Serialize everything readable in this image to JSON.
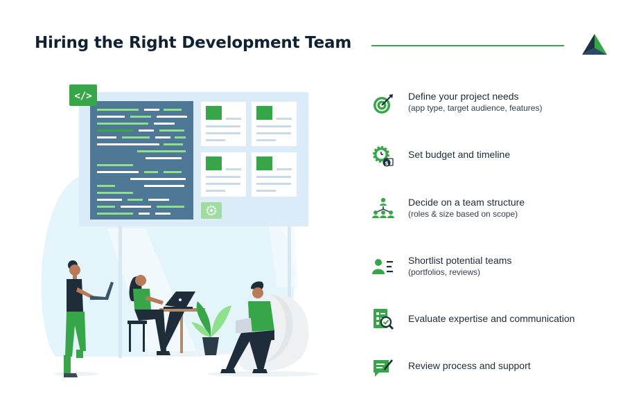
{
  "header": {
    "title": "Hiring the Right Development Team",
    "logo_icon": "triangle-peak-logo-icon"
  },
  "colors": {
    "brand_green": "#37a649",
    "dark_navy": "#0f2233",
    "screen_blue": "#4f7896",
    "panel_light": "#dcebf8"
  },
  "illustration": {
    "code_tag": "</>"
  },
  "steps": [
    {
      "icon": "target-icon",
      "label": "Define your project needs",
      "sub": "(app type, target audience, features)"
    },
    {
      "icon": "budget-timeline-icon",
      "label": "Set budget and timeline",
      "sub": ""
    },
    {
      "icon": "team-structure-icon",
      "label": "Decide on a team structure",
      "sub": "(roles & size based on scope)"
    },
    {
      "icon": "shortlist-icon",
      "label": "Shortlist potential teams",
      "sub": "(portfolios, reviews)"
    },
    {
      "icon": "checklist-evaluate-icon",
      "label": "Evaluate expertise and communication",
      "sub": ""
    },
    {
      "icon": "review-chat-icon",
      "label": "Review process and support",
      "sub": ""
    }
  ]
}
